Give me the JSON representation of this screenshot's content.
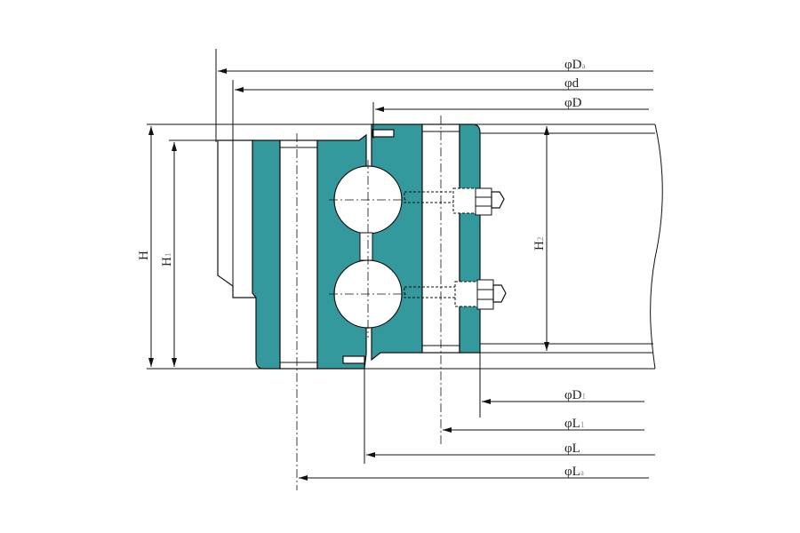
{
  "drawing": {
    "title": "Slewing bearing cross-section",
    "colors": {
      "ring": "#33999c",
      "line": "#111111"
    },
    "diameter_labels": [
      {
        "symbol": "φ",
        "name": "D",
        "sub": "a"
      },
      {
        "symbol": "φ",
        "name": "d",
        "sub": ""
      },
      {
        "symbol": "φ",
        "name": "D",
        "sub": ""
      },
      {
        "symbol": "φ",
        "name": "D",
        "sub": "1"
      },
      {
        "symbol": "φ",
        "name": "L",
        "sub": "1"
      },
      {
        "symbol": "φ",
        "name": "L",
        "sub": ""
      },
      {
        "symbol": "φ",
        "name": "L",
        "sub": "a"
      }
    ],
    "height_labels": [
      {
        "name": "H",
        "sub": ""
      },
      {
        "name": "H",
        "sub": "1"
      },
      {
        "name": "H",
        "sub": "2"
      }
    ]
  }
}
